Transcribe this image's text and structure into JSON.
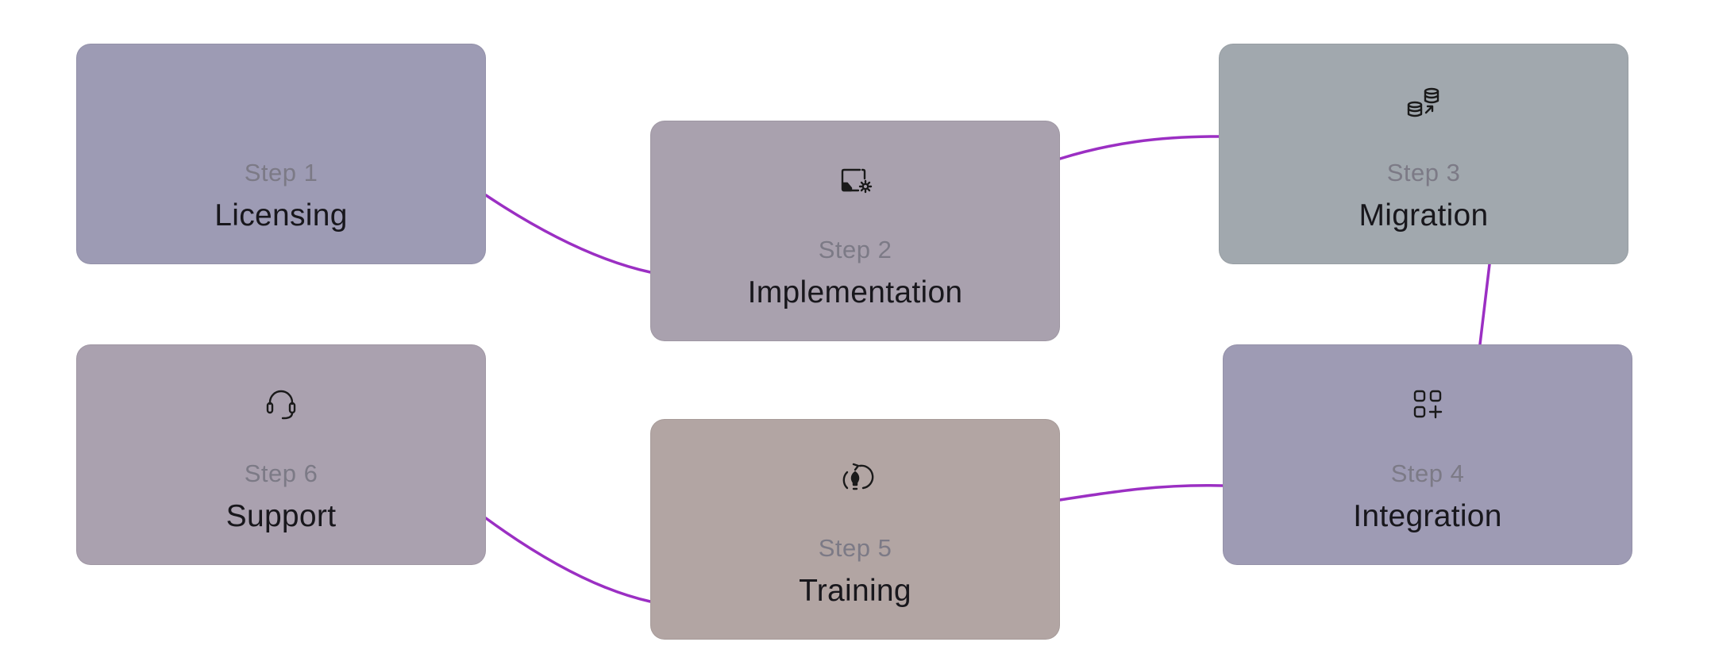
{
  "accent_color": "#9b2fc3",
  "steps": [
    {
      "step": "Step 1",
      "title": "Licensing",
      "icon": "none",
      "color": "#9d9bb4"
    },
    {
      "step": "Step 2",
      "title": "Implementation",
      "icon": "window-gear-icon",
      "color": "#a9a1ae"
    },
    {
      "step": "Step 3",
      "title": "Migration",
      "icon": "database-migrate-icon",
      "color": "#a1a8ae"
    },
    {
      "step": "Step 4",
      "title": "Integration",
      "icon": "apps-add-icon",
      "color": "#9e9bb4"
    },
    {
      "step": "Step 5",
      "title": "Training",
      "icon": "bulb-refresh-icon",
      "color": "#b2a5a3"
    },
    {
      "step": "Step 6",
      "title": "Support",
      "icon": "headset-icon",
      "color": "#aaa1af"
    }
  ],
  "connections": [
    [
      "Step 1",
      "Step 2"
    ],
    [
      "Step 2",
      "Step 3"
    ],
    [
      "Step 3",
      "Step 4"
    ],
    [
      "Step 4",
      "Step 5"
    ],
    [
      "Step 5",
      "Step 6"
    ]
  ]
}
